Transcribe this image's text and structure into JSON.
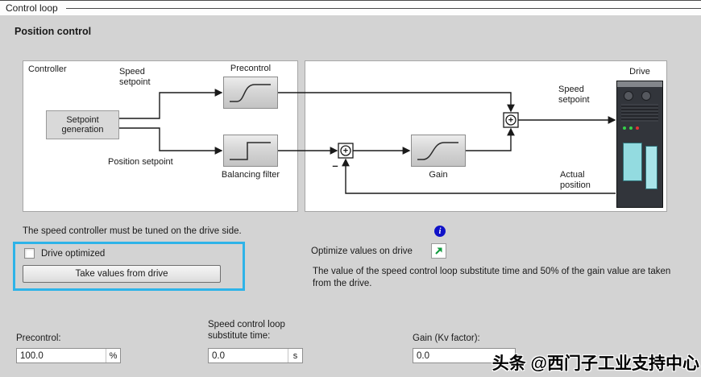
{
  "window": {
    "title": "Control loop"
  },
  "section": {
    "title": "Position control"
  },
  "diagram": {
    "controller": "Controller",
    "speed_setpoint": "Speed setpoint",
    "precontrol": "Precontrol",
    "setpoint_generation": "Setpoint generation",
    "position_setpoint": "Position setpoint",
    "balancing_filter": "Balancing filter",
    "gain": "Gain",
    "drive": "Drive",
    "drive_speed_setpoint": "Speed setpoint",
    "actual_position": "Actual position",
    "plus": "+",
    "minus": "–"
  },
  "notes": {
    "tune_note": "The speed controller must be tuned on the drive side.",
    "info_glyph": "i",
    "optimize_label": "Optimize values on drive",
    "optimize_info": "The value of the speed control loop substitute time and 50% of the gain value are taken from the drive."
  },
  "drive_controls": {
    "checkbox_label": "Drive optimized",
    "checkbox_checked": false,
    "button_label": "Take values from drive"
  },
  "fields": {
    "precontrol": {
      "label": "Precontrol:",
      "value": "100.0",
      "unit": "%"
    },
    "substitute_time": {
      "label": "Speed control loop substitute time:",
      "value": "0.0",
      "unit": "s"
    },
    "gain": {
      "label": "Gain (Kv factor):",
      "value": "0.0",
      "unit": ""
    }
  },
  "watermark": "头条 @西门子工业支持中心",
  "colors": {
    "highlight_border": "#2eb3e8",
    "info_icon": "#1012c8",
    "optimize_arrow": "#0f9a3c",
    "background": "#d3d3d3"
  }
}
